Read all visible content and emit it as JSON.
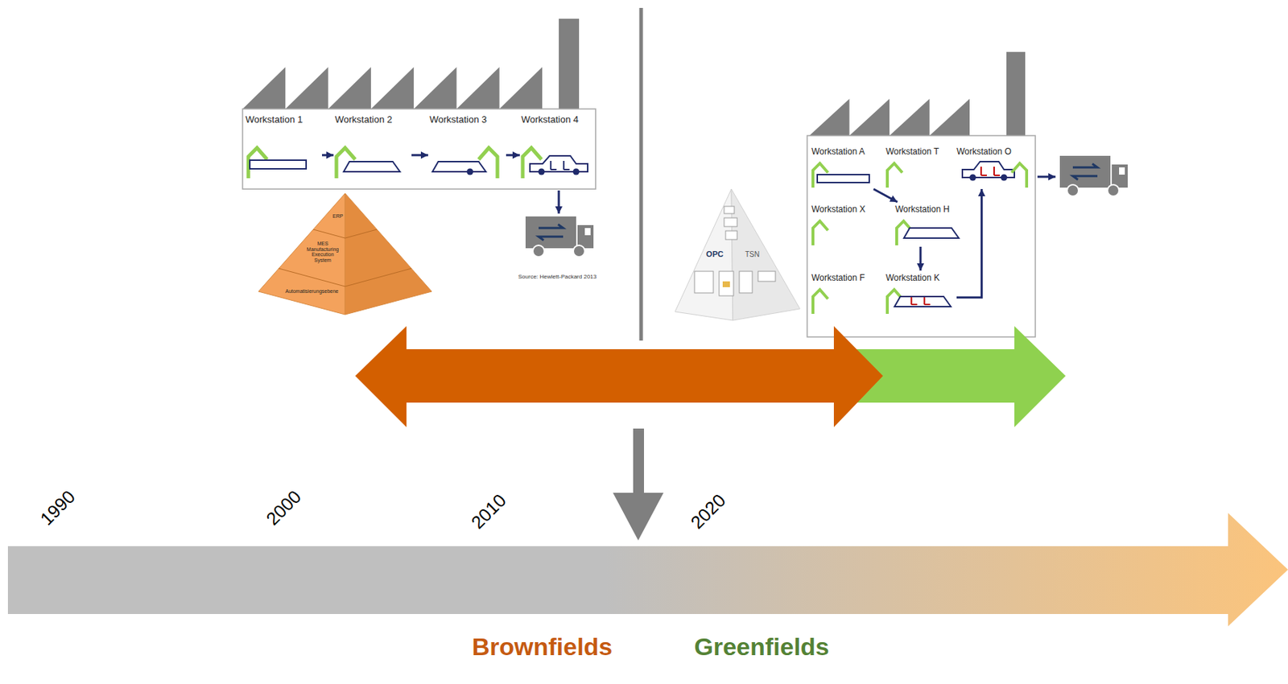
{
  "diagram": {
    "nodes": [
      {
        "text": [
          "Workstation 1"
        ]
      },
      {
        "text": [
          "Workstation 2"
        ]
      },
      {
        "text": [
          "Workstation 3"
        ]
      },
      {
        "text": [
          "Workstation 4"
        ]
      },
      {
        "text": [
          "Workstation A"
        ]
      },
      {
        "text": [
          "Workstation T"
        ]
      },
      {
        "text": [
          "Workstation O"
        ]
      },
      {
        "text": [
          "Workstation X"
        ]
      },
      {
        "text": [
          "Workstation H"
        ]
      },
      {
        "text": [
          "Workstation F"
        ]
      },
      {
        "text": [
          "Workstation K"
        ]
      }
    ],
    "edges": [
      {
        "from": 0,
        "to": 1,
        "arrow": "to"
      },
      {
        "from": 1,
        "to": 2,
        "arrow": "to"
      },
      {
        "from": 2,
        "to": 3,
        "arrow": "to"
      },
      {
        "from": 4,
        "to": 8,
        "arrow": "to"
      },
      {
        "from": 8,
        "to": 10,
        "arrow": "to"
      },
      {
        "from": 10,
        "to": 6,
        "arrow": "to"
      }
    ],
    "labels": [
      "ERP",
      "MES Manufacturing Execution System",
      "Automatisierungsebene",
      "Source: Hewlett-Packard 2013",
      "OPC",
      "TSN",
      "1990",
      "2000",
      "2010",
      "2020",
      "Brownfields",
      "Greenfields"
    ]
  }
}
